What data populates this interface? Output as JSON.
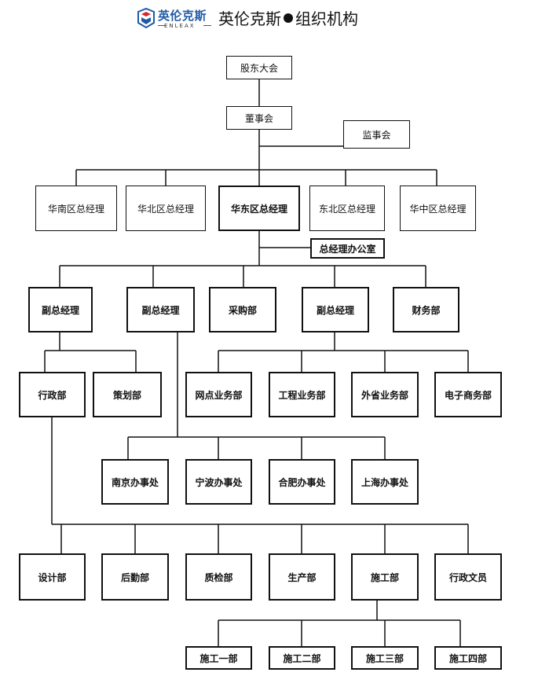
{
  "header": {
    "logo_cn": "英伦克斯",
    "logo_en": "ENLEAX",
    "title_left": "英伦克斯",
    "title_right": "组织机构"
  },
  "nodes": {
    "shareholders": "股东大会",
    "board": "董事会",
    "supervisors": "监事会",
    "gm_south": "华南区总经理",
    "gm_north": "华北区总经理",
    "gm_east": "华东区总经理",
    "gm_northeast": "东北区总经理",
    "gm_central": "华中区总经理",
    "gm_office": "总经理办公室",
    "vp1": "副总经理",
    "vp2": "副总经理",
    "purchasing": "采购部",
    "vp3": "副总经理",
    "finance": "财务部",
    "admin": "行政部",
    "planning": "策划部",
    "outlet_sales": "网点业务部",
    "engineering_sales": "工程业务部",
    "external_sales": "外省业务部",
    "ecommerce": "电子商务部",
    "nanjing_office": "南京办事处",
    "ningbo_office": "宁波办事处",
    "hefei_office": "合肥办事处",
    "shanghai_office": "上海办事处",
    "design": "设计部",
    "logistics": "后勤部",
    "qc": "质检部",
    "production": "生产部",
    "construction": "施工部",
    "admin_clerk": "行政文员",
    "const1": "施工一部",
    "const2": "施工二部",
    "const3": "施工三部",
    "const4": "施工四部"
  }
}
